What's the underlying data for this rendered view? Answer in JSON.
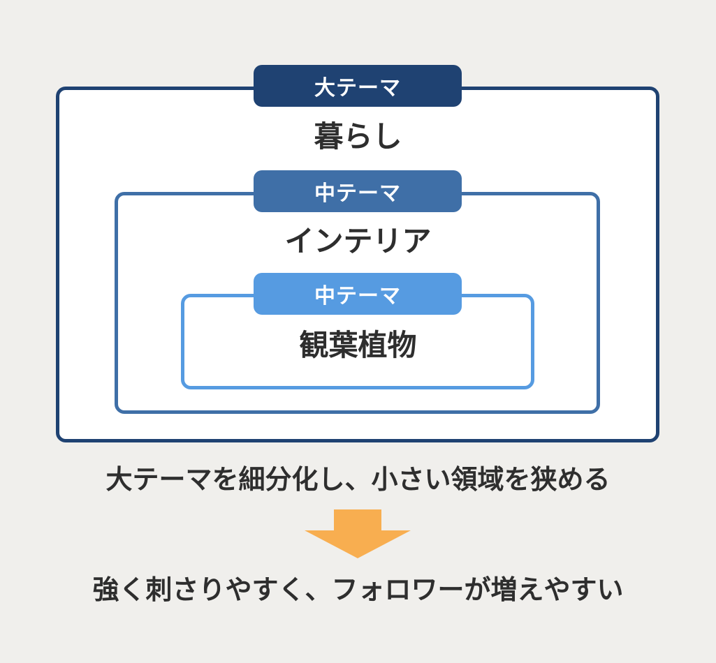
{
  "colors": {
    "background": "#f0efec",
    "level1": "#1f4272",
    "level2": "#3f6fa7",
    "level3": "#569be1",
    "arrow": "#f8ae50",
    "text": "#2e2e2e"
  },
  "diagram": {
    "outer": {
      "tag": "大テーマ",
      "title": "暮らし"
    },
    "middle": {
      "tag": "中テーマ",
      "title": "インテリア"
    },
    "inner": {
      "tag": "中テーマ",
      "title": "観葉植物"
    }
  },
  "caption": "大テーマを細分化し、小さい領域を狭める",
  "result": "強く刺さりやすく、フォロワーが増えやすい"
}
